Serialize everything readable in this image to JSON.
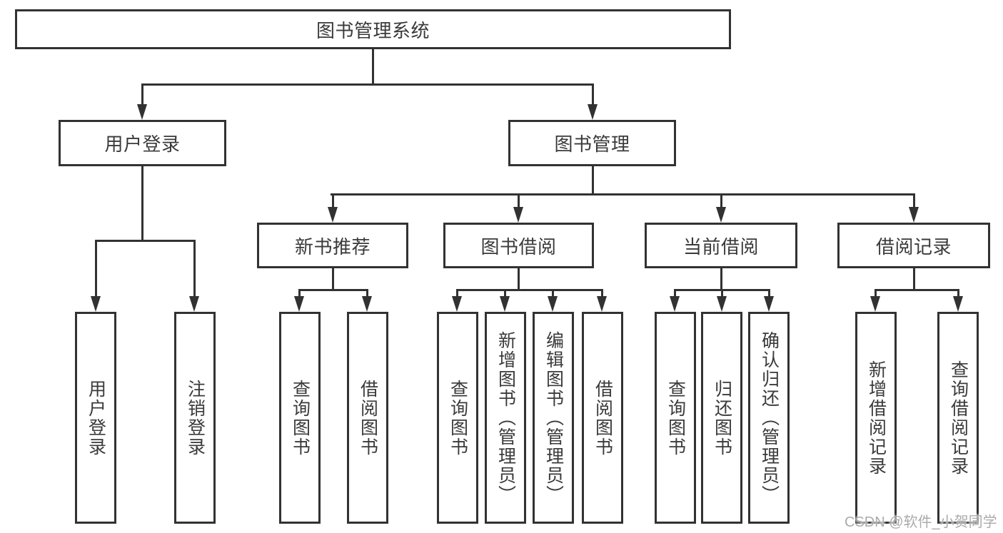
{
  "diagram": {
    "type": "tree",
    "colors": {
      "line": "#323232",
      "text": "#3a3a3a",
      "background": "#ffffff",
      "watermark": "#ababab"
    },
    "root": {
      "label": "图书管理系统",
      "children": [
        {
          "label": "用户登录",
          "children": [
            {
              "label": "用户登录"
            },
            {
              "label": "注销登录"
            }
          ]
        },
        {
          "label": "图书管理",
          "children": [
            {
              "label": "新书推荐",
              "children": [
                {
                  "label": "查询图书"
                },
                {
                  "label": "借阅图书"
                }
              ]
            },
            {
              "label": "图书借阅",
              "children": [
                {
                  "label": "查询图书"
                },
                {
                  "label": "新增图书（管理员）"
                },
                {
                  "label": "编辑图书（管理员）"
                },
                {
                  "label": "借阅图书"
                }
              ]
            },
            {
              "label": "当前借阅",
              "children": [
                {
                  "label": "查询图书"
                },
                {
                  "label": "归还图书"
                },
                {
                  "label": "确认归还（管理员）"
                }
              ]
            },
            {
              "label": "借阅记录",
              "children": [
                {
                  "label": "新增借阅记录"
                },
                {
                  "label": "查询借阅记录"
                }
              ]
            }
          ]
        }
      ]
    }
  },
  "watermark": {
    "text": "CSDN @软件_小贺同学"
  }
}
